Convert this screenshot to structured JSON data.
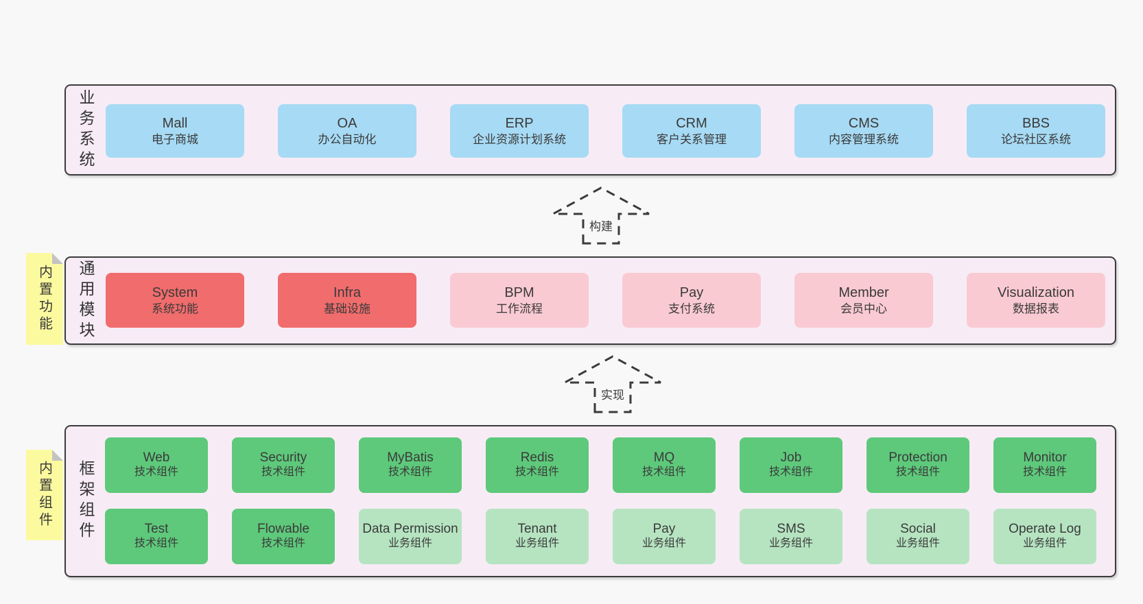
{
  "diagram": {
    "bands": [
      {
        "label": "业务系统",
        "tiles": [
          {
            "name": "Mall",
            "desc": "电子商城"
          },
          {
            "name": "OA",
            "desc": "办公自动化"
          },
          {
            "name": "ERP",
            "desc": "企业资源计划系统"
          },
          {
            "name": "CRM",
            "desc": "客户关系管理"
          },
          {
            "name": "CMS",
            "desc": "内容管理系统"
          },
          {
            "name": "BBS",
            "desc": "论坛社区系统"
          }
        ]
      },
      {
        "label": "通用模块",
        "sticky": "内置功能",
        "tiles": [
          {
            "name": "System",
            "desc": "系统功能"
          },
          {
            "name": "Infra",
            "desc": "基础设施"
          },
          {
            "name": "BPM",
            "desc": "工作流程"
          },
          {
            "name": "Pay",
            "desc": "支付系统"
          },
          {
            "name": "Member",
            "desc": "会员中心"
          },
          {
            "name": "Visualization",
            "desc": "数据报表"
          }
        ]
      },
      {
        "label": "框架组件",
        "sticky": "内置组件",
        "rows": [
          [
            {
              "name": "Web",
              "desc": "技术组件"
            },
            {
              "name": "Security",
              "desc": "技术组件"
            },
            {
              "name": "MyBatis",
              "desc": "技术组件"
            },
            {
              "name": "Redis",
              "desc": "技术组件"
            },
            {
              "name": "MQ",
              "desc": "技术组件"
            },
            {
              "name": "Job",
              "desc": "技术组件"
            },
            {
              "name": "Protection",
              "desc": "技术组件"
            },
            {
              "name": "Monitor",
              "desc": "技术组件"
            }
          ],
          [
            {
              "name": "Test",
              "desc": "技术组件"
            },
            {
              "name": "Flowable",
              "desc": "技术组件"
            },
            {
              "name": "Data Permission",
              "desc": "业务组件"
            },
            {
              "name": "Tenant",
              "desc": "业务组件"
            },
            {
              "name": "Pay",
              "desc": "业务组件"
            },
            {
              "name": "SMS",
              "desc": "业务组件"
            },
            {
              "name": "Social",
              "desc": "业务组件"
            },
            {
              "name": "Operate Log",
              "desc": "业务组件"
            }
          ]
        ]
      }
    ],
    "arrows": [
      {
        "label": "构建"
      },
      {
        "label": "实现"
      }
    ],
    "colors": {
      "page_bg": "#f8f8f8",
      "band_bg": "#f7ecf5",
      "band_border": "#3b3b3b",
      "blue_tile": "#a7daf4",
      "red_tile": "#f16c6c",
      "pink_tile": "#facad3",
      "green_tile": "#5ec97b",
      "light_green_tile": "#b6e4c1",
      "sticky_yellow": "#fcfa9e",
      "fold_gray": "#c3c3c3",
      "text": "#3a3a3a"
    }
  }
}
